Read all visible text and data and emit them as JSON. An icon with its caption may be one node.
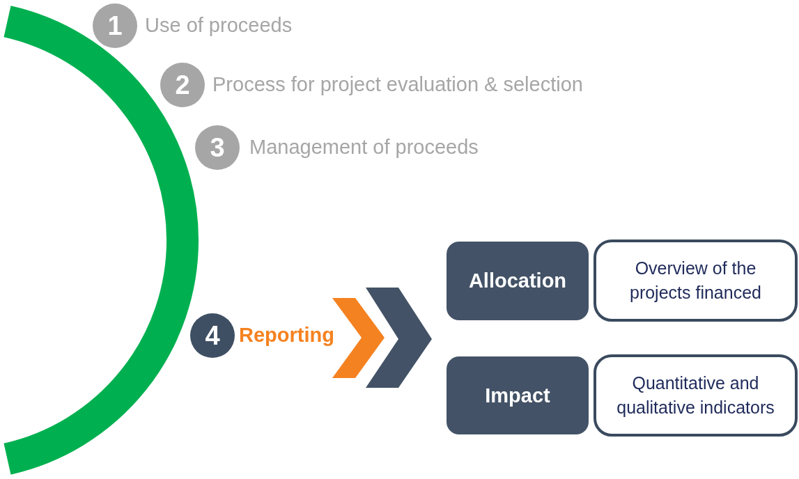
{
  "diagram": {
    "nodes": [
      {
        "text": [
          "1"
        ],
        "beside": [
          "Use of proceeds"
        ]
      },
      {
        "text": [
          "2"
        ],
        "beside": [
          "Process for project evaluation & selection"
        ]
      },
      {
        "text": [
          "3"
        ],
        "beside": [
          "Management of proceeds"
        ]
      },
      {
        "text": [
          "4"
        ],
        "beside": [
          "Reporting"
        ]
      },
      {
        "text": [
          "Allocation"
        ]
      },
      {
        "text": [
          "Overview of the projects financed"
        ]
      },
      {
        "text": [
          "Impact"
        ]
      },
      {
        "text": [
          "Quantitative and qualitative indicators"
        ]
      }
    ],
    "edges": [
      {
        "from": 3,
        "to": 4,
        "arrow": "to"
      },
      {
        "from": 3,
        "to": 6,
        "arrow": "to"
      }
    ]
  }
}
